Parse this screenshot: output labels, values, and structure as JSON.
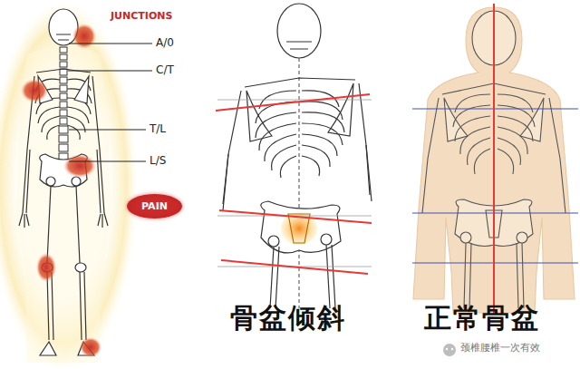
{
  "diagram": {
    "nodes": [
      {
        "text": [
          "PAIN"
        ]
      }
    ],
    "labels": [
      "JUNCTIONS",
      "A/0",
      "C/T",
      "T/L",
      "L/S",
      "骨盆倾斜",
      "正常骨盆",
      "颈椎腰椎一次有效"
    ]
  }
}
